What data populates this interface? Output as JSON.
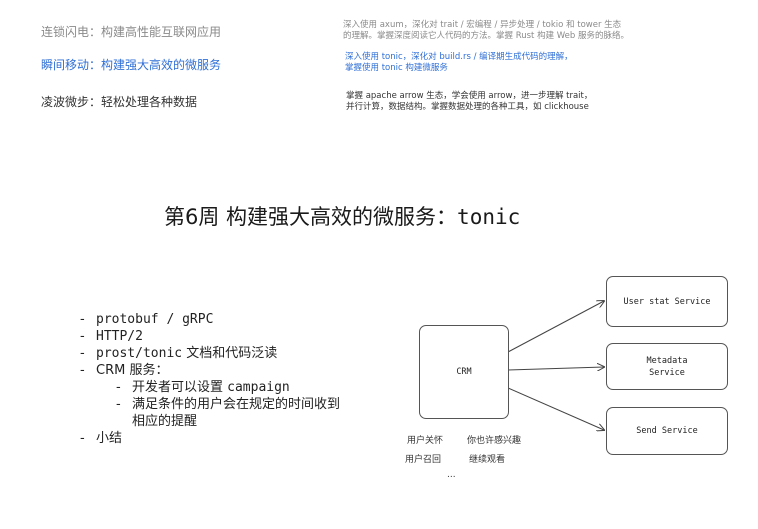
{
  "sections": [
    {
      "topic": "连锁闪电：构建高性能互联网应用",
      "desc": [
        "深入使用 axum，深化对 trait / 宏编程 / 异步处理 / tokio 和 tower 生态",
        "的理解。掌握深度阅读它人代码的方法。掌握 Rust 构建 Web 服务的脉络。"
      ]
    },
    {
      "topic": "瞬间移动：构建强大高效的微服务",
      "desc": [
        "深入使用 tonic，深化对 build.rs / 编译期生成代码的理解，",
        "掌握使用 tonic 构建微服务"
      ]
    },
    {
      "topic": "凌波微步：轻松处理各种数据",
      "desc": [
        "掌握 apache arrow 生态，学会使用 arrow，进一步理解 trait，",
        "并行计算，数据结构。掌握数据处理的各种工具，如 clickhouse"
      ]
    }
  ],
  "title": {
    "prefix": "第6周  构建强大高效的微服务：",
    "suffix": "tonic"
  },
  "bullets": {
    "b1": "protobuf / gRPC",
    "b2": "HTTP/2",
    "b3_mono": "prost/tonic",
    "b3_text": " 文档和代码泛读",
    "b4": "CRM 服务：",
    "sub1_text": "开发者可以设置 ",
    "sub1_mono": "campaign",
    "sub2_line1": "满足条件的用户会在规定的时间收到",
    "sub2_line2": "相应的提醒",
    "b5": "小结"
  },
  "diagram": {
    "crm": "CRM",
    "user_stat": "User stat Service",
    "metadata_line1": "Metadata",
    "metadata_line2": "Service",
    "send": "Send Service",
    "notes": [
      "用户关怀",
      "你也许感兴趣",
      "用户召回",
      "继续观看",
      "..."
    ]
  }
}
